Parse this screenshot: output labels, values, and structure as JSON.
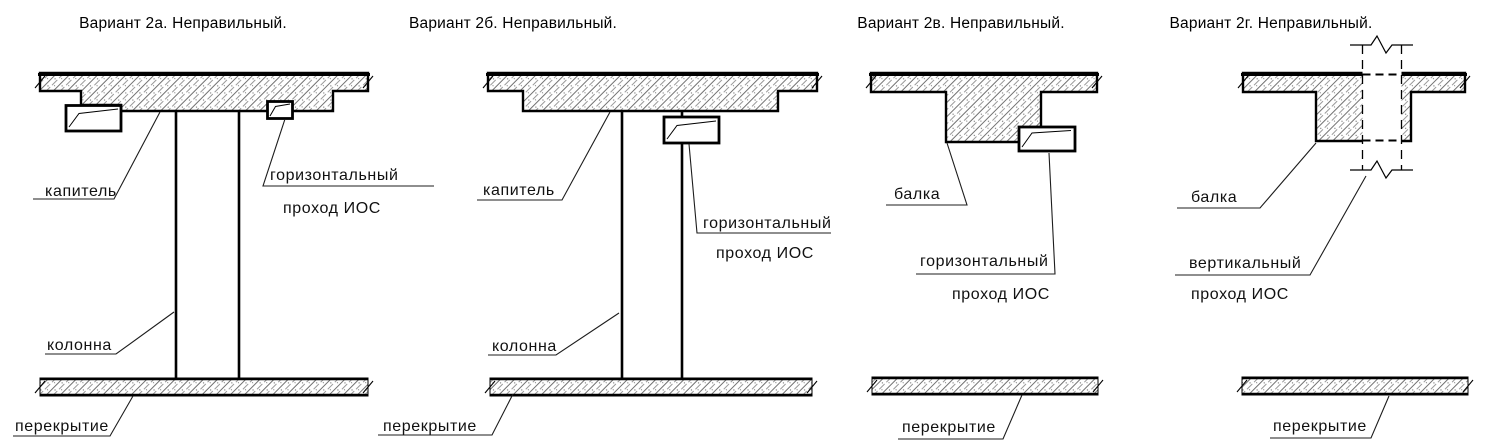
{
  "drawing": {
    "background": "#ffffff",
    "line_color": "#000000",
    "hatch_style": "concrete-diagonal-with-dots",
    "panels": [
      {
        "id": "variant-2a",
        "title": "Вариант 2а. Неправильный.",
        "labels": {
          "capital": "капитель",
          "passage_line1": "горизонтальный",
          "passage_line2": "проход ИОС",
          "column": "колонна",
          "slab": "перекрытие"
        }
      },
      {
        "id": "variant-2b",
        "title": "Вариант 2б. Неправильный.",
        "labels": {
          "capital": "капитель",
          "passage_line1": "горизонтальный",
          "passage_line2": "проход ИОС",
          "column": "колонна",
          "slab": "перекрытие"
        }
      },
      {
        "id": "variant-2v",
        "title": "Вариант 2в. Неправильный.",
        "labels": {
          "beam": "балка",
          "passage_line1": "горизонтальный",
          "passage_line2": "проход ИОС",
          "slab": "перекрытие"
        }
      },
      {
        "id": "variant-2g",
        "title": "Вариант 2г. Неправильный.",
        "labels": {
          "beam": "балка",
          "passage_line1": "вертикальный",
          "passage_line2": "проход ИОС",
          "slab": "перекрытие"
        }
      }
    ]
  }
}
